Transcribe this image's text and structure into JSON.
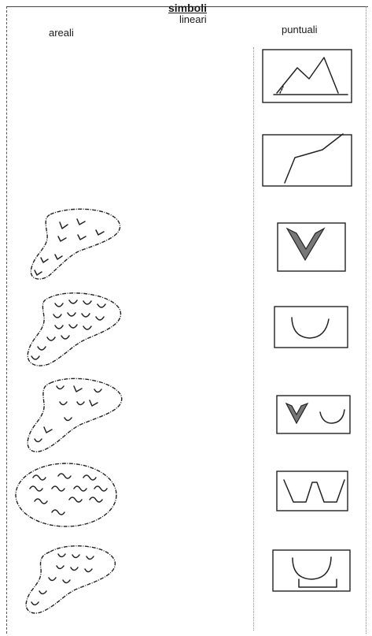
{
  "header": {
    "main": "simboli",
    "areali": "areali",
    "lineari": "lineari",
    "puntuali": "puntuali"
  },
  "symbols": {
    "puntuali": [
      "peak-with-baseline-icon",
      "rising-slope-icon",
      "filled-v-depression-icon",
      "semicircle-hollow-icon",
      "v-and-arc-icon",
      "trapezoid-basins-icon",
      "arc-in-frame-icon"
    ],
    "areali": [
      "area-with-check-marks-icon",
      "area-with-arcs-icon",
      "area-with-arcs-and-checks-icon",
      "oval-with-waves-icon",
      "area-with-small-arcs-icon"
    ]
  }
}
